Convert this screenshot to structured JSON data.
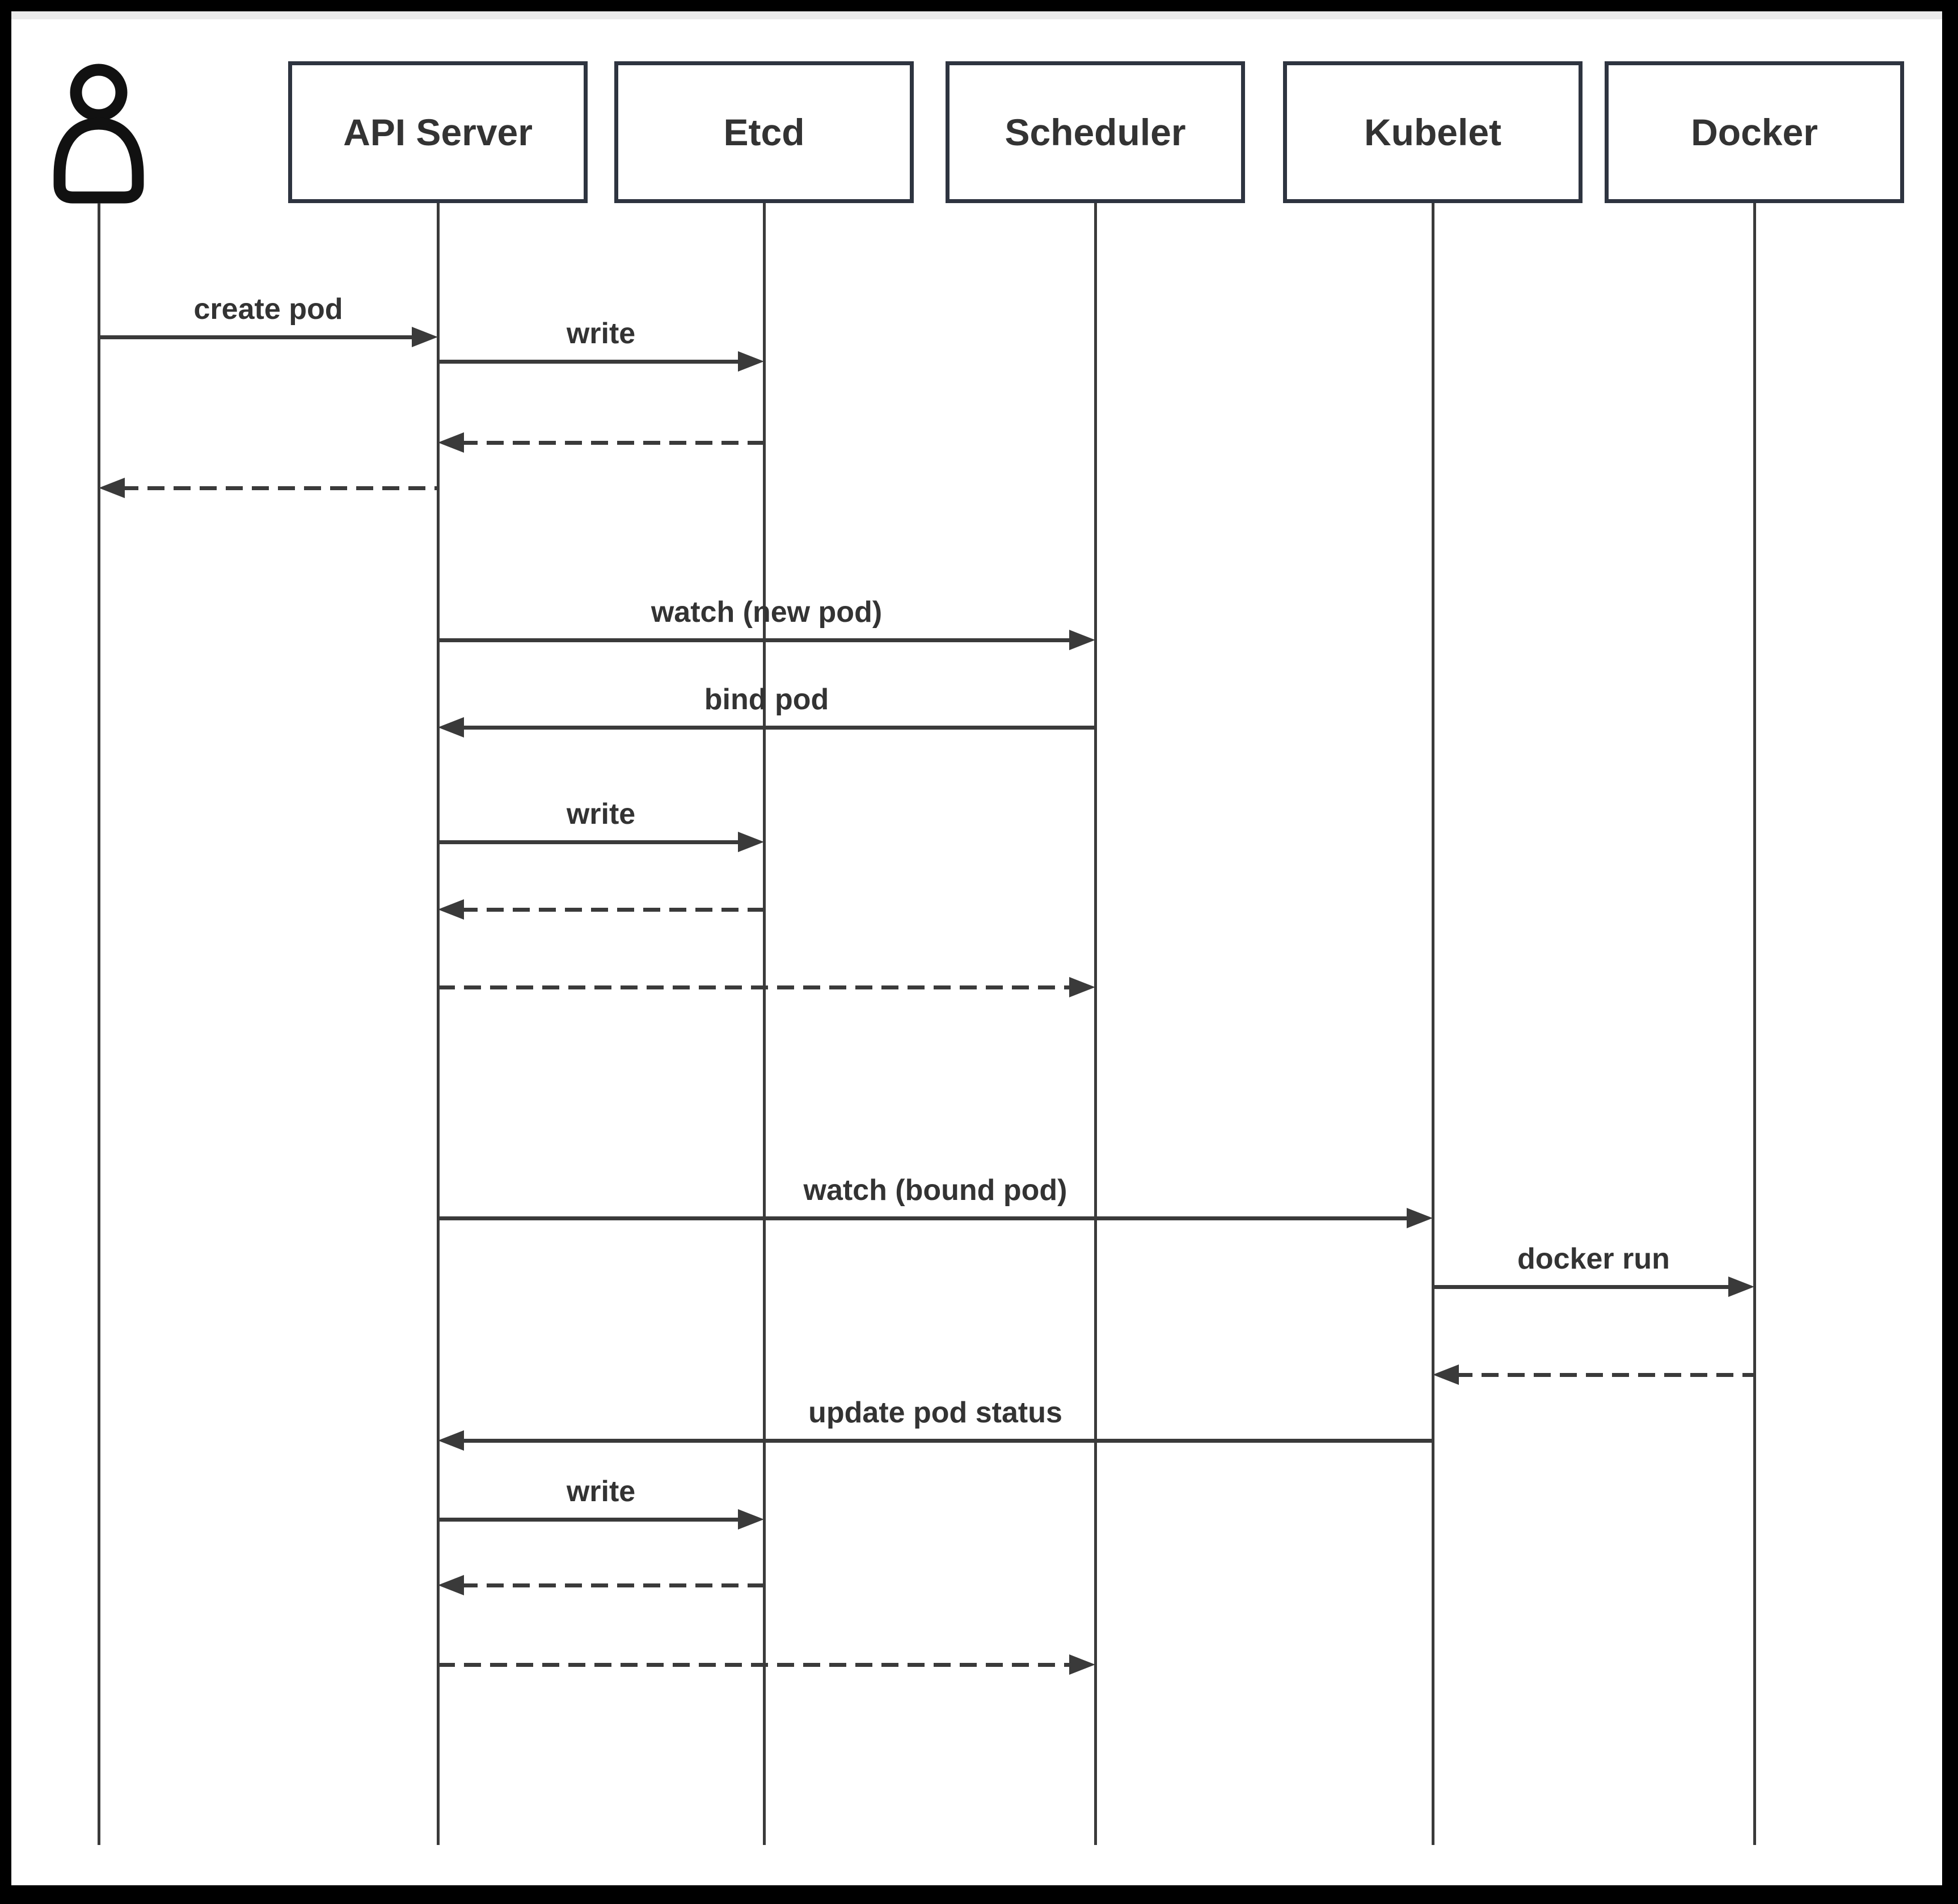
{
  "diagram_type": "sequence-diagram",
  "actors": [
    {
      "id": "user",
      "label": "",
      "kind": "person",
      "icon": "person-icon"
    },
    {
      "id": "api-server",
      "label": "API Server",
      "kind": "box"
    },
    {
      "id": "etcd",
      "label": "Etcd",
      "kind": "box"
    },
    {
      "id": "scheduler",
      "label": "Scheduler",
      "kind": "box"
    },
    {
      "id": "kubelet",
      "label": "Kubelet",
      "kind": "box"
    },
    {
      "id": "docker",
      "label": "Docker",
      "kind": "box"
    }
  ],
  "messages": [
    {
      "from": "user",
      "to": "api-server",
      "label": "create pod",
      "line": "solid"
    },
    {
      "from": "api-server",
      "to": "etcd",
      "label": "write",
      "line": "solid"
    },
    {
      "from": "etcd",
      "to": "api-server",
      "label": "",
      "line": "dashed"
    },
    {
      "from": "api-server",
      "to": "user",
      "label": "",
      "line": "dashed"
    },
    {
      "from": "api-server",
      "to": "scheduler",
      "label": "watch (new pod)",
      "line": "solid"
    },
    {
      "from": "scheduler",
      "to": "api-server",
      "label": "bind pod",
      "line": "solid"
    },
    {
      "from": "api-server",
      "to": "etcd",
      "label": "write",
      "line": "solid"
    },
    {
      "from": "etcd",
      "to": "api-server",
      "label": "",
      "line": "dashed"
    },
    {
      "from": "api-server",
      "to": "scheduler",
      "label": "",
      "line": "dashed"
    },
    {
      "from": "api-server",
      "to": "kubelet",
      "label": "watch (bound pod)",
      "line": "solid"
    },
    {
      "from": "kubelet",
      "to": "docker",
      "label": "docker run",
      "line": "solid"
    },
    {
      "from": "docker",
      "to": "kubelet",
      "label": "",
      "line": "dashed"
    },
    {
      "from": "kubelet",
      "to": "api-server",
      "label": "update pod status",
      "line": "solid"
    },
    {
      "from": "api-server",
      "to": "etcd",
      "label": "write",
      "line": "solid"
    },
    {
      "from": "etcd",
      "to": "api-server",
      "label": "",
      "line": "dashed"
    },
    {
      "from": "api-server",
      "to": "scheduler",
      "label": "",
      "line": "dashed"
    }
  ],
  "colors": {
    "frame": "#000000",
    "top_strip": "#ececec",
    "canvas": "#ffffff",
    "text": "#333333",
    "line": "#3a3a3a",
    "box_border": "#2e3440",
    "icon": "#111111"
  }
}
